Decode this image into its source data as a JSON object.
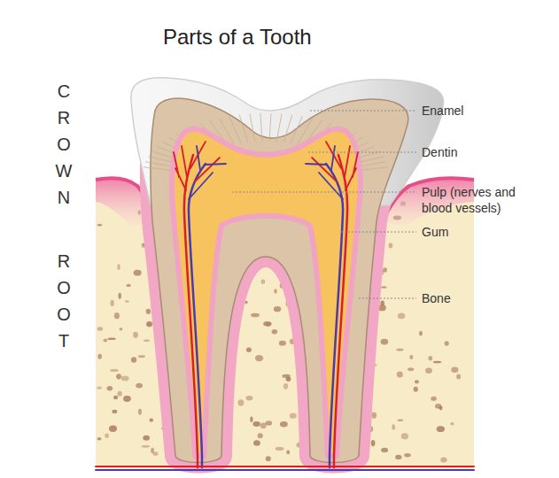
{
  "diagram": {
    "title": "Parts of a Tooth",
    "labels": [
      "CROWN",
      "ROOT",
      "Enamel",
      "Dentin",
      "Pulp (nerves and blood vessels)",
      "Gum",
      "Bone"
    ]
  }
}
